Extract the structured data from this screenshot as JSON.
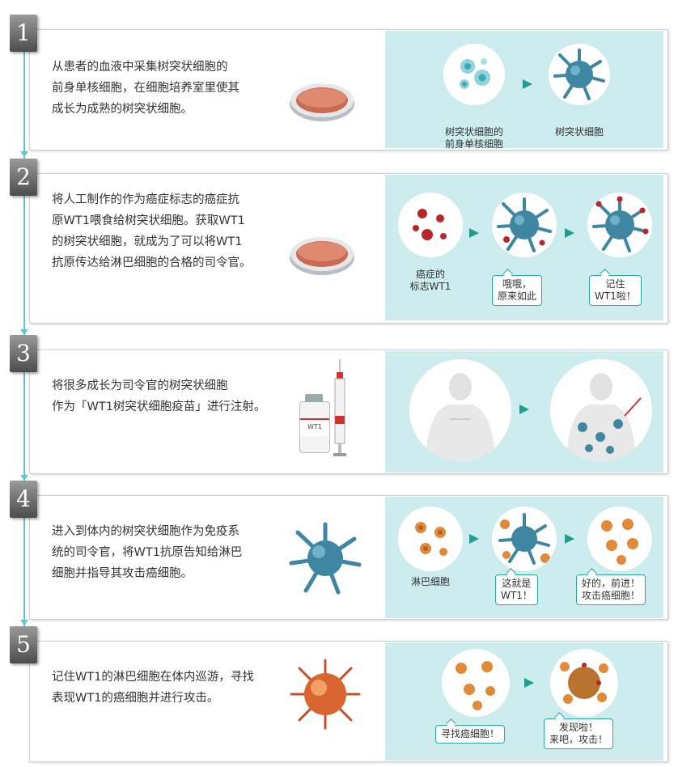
{
  "steps": [
    {
      "number": "1",
      "text": "从患者的血液中采集树突状细胞的\n前身单核细胞，在细胞培养室里使其\n成长为成熟的树突状细胞。",
      "labels": [
        "树突状细胞的\n前身单核细胞",
        "树突状细胞"
      ]
    },
    {
      "number": "2",
      "text": "将人工制作的作为癌症标志的癌症抗\n原WT1喂食给树突状细胞。获取WT1\n的树突状细胞，就成为了可以将WT1\n抗原传达给淋巴细胞的合格的司令官。",
      "labels": [
        "癌症的\n标志WT1"
      ],
      "bubbles": [
        "哦哦，\n原来如此",
        "记住\nWT1啦！"
      ]
    },
    {
      "number": "3",
      "text": "将很多成长为司令官的树突状细胞\n作为「WT1树突状细胞疫苗」进行注射。",
      "vial_label": "WT1"
    },
    {
      "number": "4",
      "text": "进入到体内的树突状细胞作为免疫系\n统的司令官，将WT1抗原告知给淋巴\n细胞并指导其攻击癌细胞。",
      "labels": [
        "淋巴细胞"
      ],
      "bubbles": [
        "这就是\nWT1！",
        "好的，前进！\n攻击癌细胞！"
      ]
    },
    {
      "number": "5",
      "text": "记住WT1的淋巴细胞在体内巡游，寻找\n表现WT1的癌细胞并进行攻击。",
      "bubbles": [
        "寻找癌细胞！",
        "发现啦！\n来吧，攻击！"
      ]
    }
  ],
  "colors": {
    "panel": "#cdeced",
    "accent": "#239c8f",
    "timeline": "#5fc7cf",
    "dendritic": "#3f86a3",
    "cancer": "#c4322f",
    "lymph": "#e08a3a"
  }
}
